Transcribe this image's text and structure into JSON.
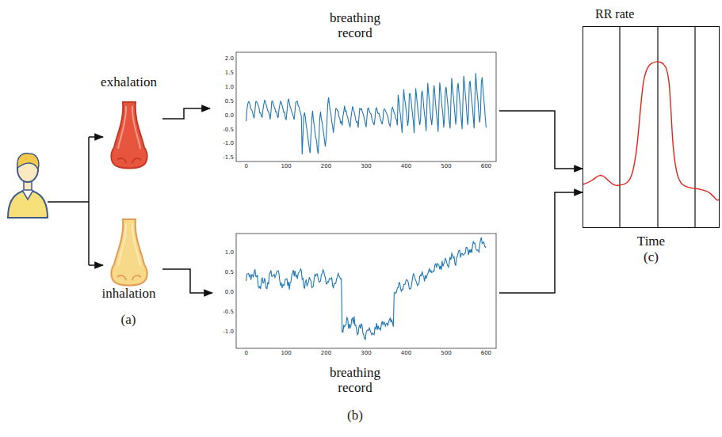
{
  "diagram": {
    "nodes": [
      {
        "text": [
          "exhalation"
        ]
      },
      {
        "text": [
          "breathing record"
        ]
      },
      {
        "text": [
          "inhalation"
        ]
      },
      {
        "text": [
          "breathing record"
        ]
      },
      {
        "text": [
          "RR rate",
          "Time",
          "(c)"
        ]
      }
    ],
    "edges": [
      {
        "from": 0,
        "to": 1,
        "arrow": "to"
      },
      {
        "from": 2,
        "to": 3,
        "arrow": "to"
      },
      {
        "from": 1,
        "to": 4,
        "arrow": "to"
      },
      {
        "from": 3,
        "to": 4,
        "arrow": "to"
      }
    ],
    "labels": [
      "(a)",
      "(b)",
      "2.0",
      "1.5",
      "1.0",
      "0.5",
      "0.0",
      "-0.5",
      "-1.0",
      "-1.5",
      "0",
      "100",
      "200",
      "300",
      "400",
      "500",
      "600",
      "1.0",
      "0.5",
      "0.0",
      "-0.5",
      "-1.0",
      "0",
      "100",
      "200",
      "300",
      "400",
      "500",
      "600"
    ]
  }
}
